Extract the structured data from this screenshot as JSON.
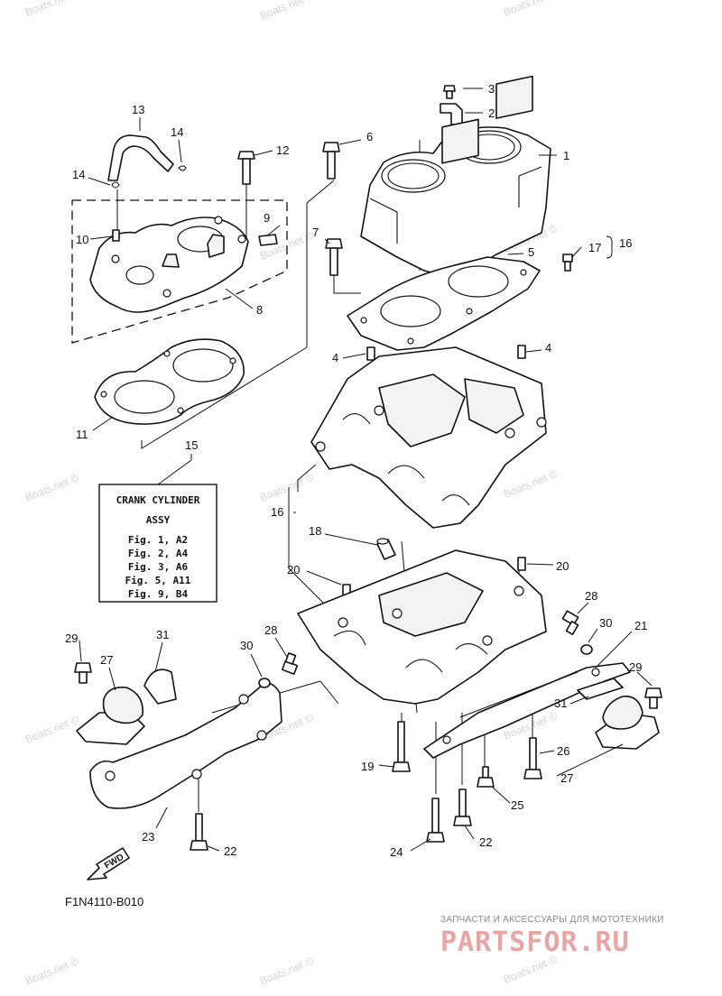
{
  "watermark": "Boats.net ©",
  "inset_box": {
    "callout": "15",
    "title_line1": "CRANK CYLINDER",
    "title_line2": "ASSY",
    "refs": [
      "Fig. 1, A2",
      "Fig. 2, A4",
      "Fig. 3, A6",
      "Fig. 5, A11",
      "Fig. 9, B4"
    ]
  },
  "diagram_code": "F1N4110-B010",
  "fwd_label": "FWD",
  "shop": {
    "subtitle": "ЗАПЧАСТИ И АКСЕССУАРЫ ДЛЯ МОТОТЕХНИКИ",
    "logo": "PARTSFOR.RU"
  },
  "callouts": {
    "c1": "1",
    "c2": "2",
    "c3": "3",
    "c4a": "4",
    "c4b": "4",
    "c5": "5",
    "c6": "6",
    "c7": "7",
    "c8": "8",
    "c9": "9",
    "c10": "10",
    "c11": "11",
    "c12": "12",
    "c13": "13",
    "c14a": "14",
    "c14b": "14",
    "c16a": "16",
    "c16b": "16",
    "c17": "17",
    "c18": "18",
    "c19": "19",
    "c20a": "20",
    "c20b": "20",
    "c21": "21",
    "c22a": "22",
    "c22b": "22",
    "c23": "23",
    "c24": "24",
    "c25": "25",
    "c26": "26",
    "c27a": "27",
    "c27b": "27",
    "c28a": "28",
    "c28b": "28",
    "c29a": "29",
    "c29b": "29",
    "c30a": "30",
    "c30b": "30",
    "c31a": "31",
    "c31b": "31"
  }
}
